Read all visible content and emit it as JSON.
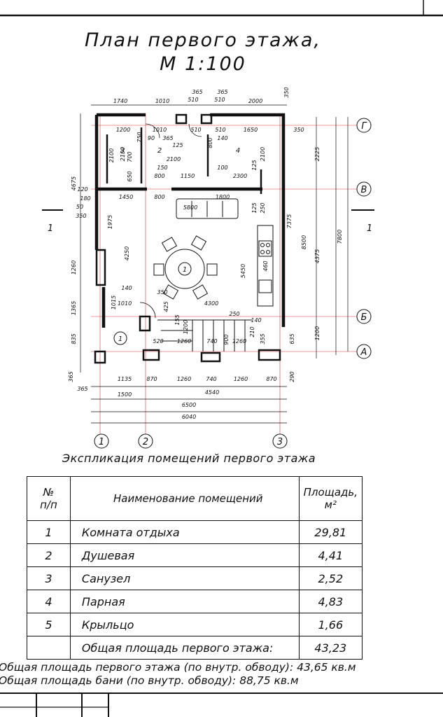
{
  "title": {
    "line1": "План первого этажа,",
    "line2": "М  1:100"
  },
  "plan": {
    "axes_letters": [
      "Г",
      "В",
      "Б",
      "А"
    ],
    "axes_numbers": [
      "1",
      "2",
      "3"
    ],
    "section_mark": "1",
    "room_numbers": [
      "1",
      "2",
      "3",
      "4",
      "1"
    ],
    "top_dims": [
      "1740",
      "1010",
      "365",
      "365",
      "510",
      "510",
      "2000",
      "350"
    ],
    "inner_top_dims": [
      "1200",
      "1010",
      "510",
      "510",
      "1650",
      "350"
    ],
    "inner_dims": [
      "90",
      "365",
      "750",
      "125",
      "2100",
      "2100",
      "800",
      "140",
      "150",
      "800",
      "1150",
      "100",
      "2300",
      "2100",
      "125",
      "650",
      "700",
      "2100"
    ],
    "mid_dims": [
      "1450",
      "800",
      "5800",
      "1800",
      "125",
      "250",
      "1975",
      "4250",
      "5450",
      "460",
      "350",
      "140",
      "1010",
      "1015",
      "425",
      "4300",
      "250",
      "155",
      "1200",
      "900",
      "520",
      "1260",
      "740",
      "1260",
      "210",
      "355",
      "140"
    ],
    "left_dims": [
      "4675",
      "120",
      "180",
      "50",
      "350",
      "1260",
      "1365",
      "835",
      "365",
      "365"
    ],
    "right_dims": [
      "2225",
      "7375",
      "8500",
      "4375",
      "7800",
      "1200",
      "635",
      "290"
    ],
    "bottom_dims": [
      "1135",
      "870",
      "1260",
      "740",
      "1260",
      "870",
      "1500",
      "4540",
      "6500",
      "6040"
    ]
  },
  "explication": {
    "title": "Экспликация помещений первого этажа",
    "headers": {
      "num_line1": "№",
      "num_line2": "п/п",
      "name": "Наименование помещений",
      "area_line1": "Площадь,",
      "area_line2": "м²"
    },
    "rows": [
      {
        "num": "1",
        "name": "Комната отдыха",
        "area": "29,81"
      },
      {
        "num": "2",
        "name": "Душевая",
        "area": "4,41"
      },
      {
        "num": "3",
        "name": "Санузел",
        "area": "2,52"
      },
      {
        "num": "4",
        "name": "Парная",
        "area": "4,83"
      },
      {
        "num": "5",
        "name": "Крыльцо",
        "area": "1,66"
      }
    ],
    "total": {
      "name": "Общая площадь первого этажа:",
      "area": "43,23"
    }
  },
  "summary": {
    "line1": "Общая площадь первого этажа (по внутр. обводу): 43,65 кв.м",
    "line2": "Общая площадь бани (по внутр. обводу): 88,75 кв.м"
  }
}
